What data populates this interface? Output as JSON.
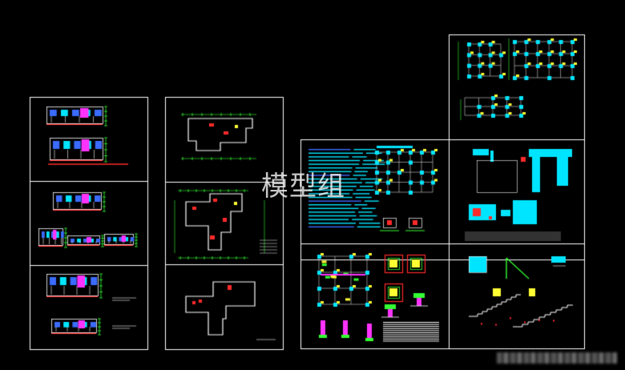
{
  "watermark": "模型组",
  "colors": {
    "background": "#000000",
    "frame": "#ffffff",
    "wall": "#00e5ff",
    "grid": "#ffffff",
    "accent_red": "#ff2a2a",
    "accent_yellow": "#ffff33",
    "accent_green": "#33ff33",
    "accent_blue": "#3b6bff",
    "accent_magenta": "#ff33ff",
    "accent_orange": "#ff9900"
  },
  "sheets": [
    {
      "id": "elevations-a",
      "kind": "elevations"
    },
    {
      "id": "elevations-b",
      "kind": "elevations"
    },
    {
      "id": "elevations-c",
      "kind": "elevations"
    },
    {
      "id": "plan-roof",
      "kind": "plan"
    },
    {
      "id": "plan-floor",
      "kind": "plan"
    },
    {
      "id": "plan-site",
      "kind": "plan"
    },
    {
      "id": "foundation-plans",
      "kind": "structural"
    },
    {
      "id": "structural-notes",
      "kind": "notes"
    },
    {
      "id": "column-layout",
      "kind": "structural"
    },
    {
      "id": "column-details",
      "kind": "details"
    },
    {
      "id": "stair-details",
      "kind": "details"
    }
  ]
}
